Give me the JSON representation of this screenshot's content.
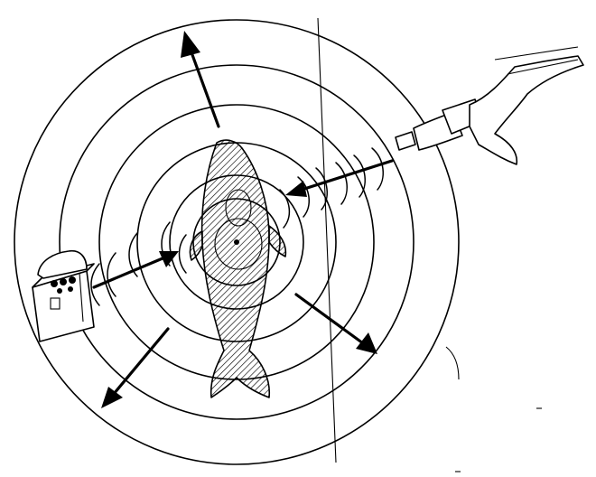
{
  "diagram": {
    "colors": {
      "line": "#000000",
      "background": "#ffffff"
    },
    "elements": {
      "rings": "concentric-rings",
      "fish": "fish-with-hatched-body",
      "source_left": "treasure-chest-icon",
      "source_right": "diver-hand-with-device-icon",
      "waves": "sound-wave-arcs",
      "arrows": "outward-and-inward-arrows"
    }
  }
}
